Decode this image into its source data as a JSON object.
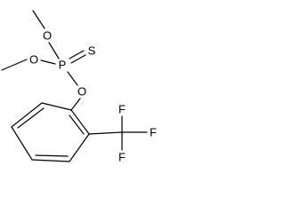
{
  "molecule": {
    "atoms": {
      "o_top": "O",
      "o_left": "O",
      "p": "P",
      "s": "S",
      "o_aryl": "O",
      "f_top": "F",
      "f_right": "F",
      "f_bottom": "F"
    }
  },
  "colors": {
    "bond": "#000000",
    "text": "#000000",
    "background": "#ffffff"
  }
}
